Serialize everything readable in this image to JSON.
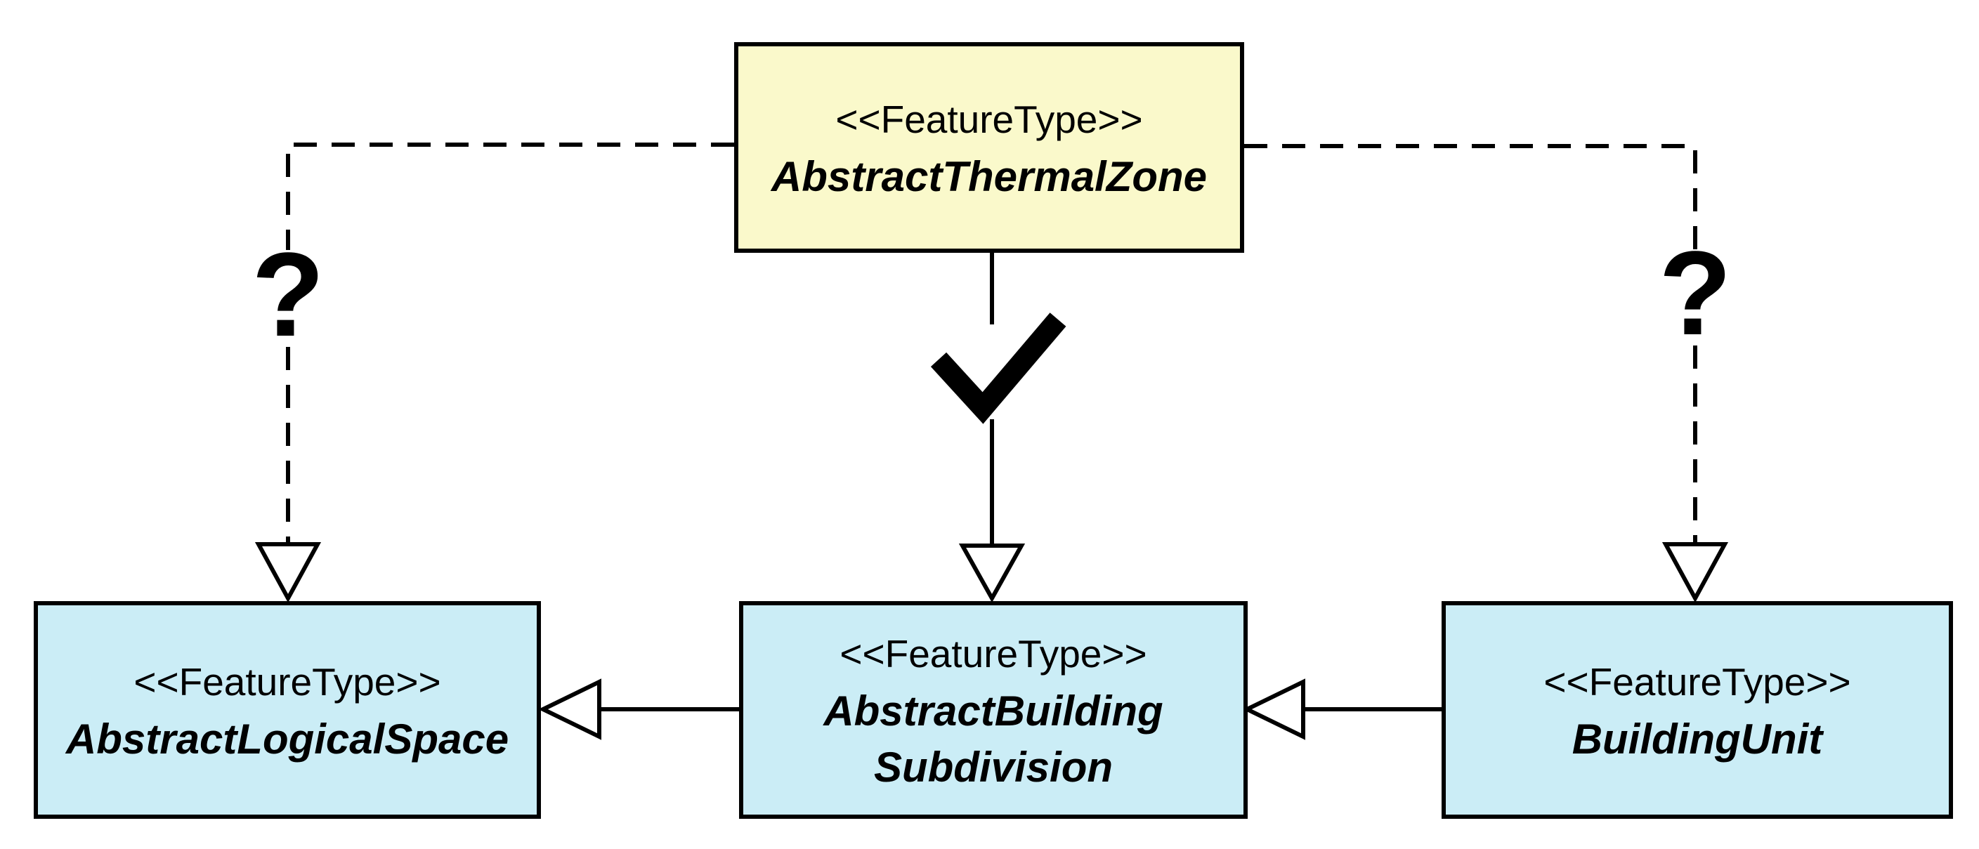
{
  "diagram": {
    "type": "uml-class-diagram",
    "background_color": "#ffffff",
    "line_color": "#000000",
    "arrowhead_style": "hollow-triangle",
    "node_colors": {
      "candidate_superclass_fill": "#faf9cb",
      "subclass_fill": "#cbedf6",
      "border": "#000000"
    },
    "nodes": [
      {
        "id": "abstract-thermal-zone",
        "stereotype": "<<FeatureType>>",
        "name": "AbstractThermalZone",
        "name_lines": [
          "AbstractThermalZone"
        ],
        "fill_color": "#faf9cb"
      },
      {
        "id": "abstract-logical-space",
        "stereotype": "<<FeatureType>>",
        "name": "AbstractLogicalSpace",
        "name_lines": [
          "AbstractLogicalSpace"
        ],
        "fill_color": "#cbedf6"
      },
      {
        "id": "abstract-building-subdivision",
        "stereotype": "<<FeatureType>>",
        "name": "AbstractBuildingSubdivision",
        "name_lines": [
          "AbstractBuilding",
          "Subdivision"
        ],
        "fill_color": "#cbedf6"
      },
      {
        "id": "building-unit",
        "stereotype": "<<FeatureType>>",
        "name": "BuildingUnit",
        "name_lines": [
          "BuildingUnit"
        ],
        "fill_color": "#cbedf6"
      }
    ],
    "markers": [
      {
        "icon": "question-mark-icon",
        "glyph": "?",
        "position": "left-dashed-edge"
      },
      {
        "icon": "checkmark-icon",
        "glyph": "✓",
        "position": "center-solid-edge"
      },
      {
        "icon": "question-mark-icon",
        "glyph": "?",
        "position": "right-dashed-edge"
      }
    ],
    "edges": [
      {
        "from": "AbstractThermalZone",
        "to": "AbstractLogicalSpace",
        "line_style": "dashed",
        "arrowhead": "hollow-triangle",
        "annotation": "?"
      },
      {
        "from": "AbstractThermalZone",
        "to": "AbstractBuildingSubdivision",
        "line_style": "solid",
        "arrowhead": "hollow-triangle",
        "annotation": "✓"
      },
      {
        "from": "AbstractThermalZone",
        "to": "BuildingUnit",
        "line_style": "dashed",
        "arrowhead": "hollow-triangle",
        "annotation": "?"
      },
      {
        "from": "AbstractBuildingSubdivision",
        "to": "AbstractLogicalSpace",
        "line_style": "solid",
        "arrowhead": "hollow-triangle",
        "annotation": null
      },
      {
        "from": "BuildingUnit",
        "to": "AbstractBuildingSubdivision",
        "line_style": "solid",
        "arrowhead": "hollow-triangle",
        "annotation": null
      }
    ]
  }
}
